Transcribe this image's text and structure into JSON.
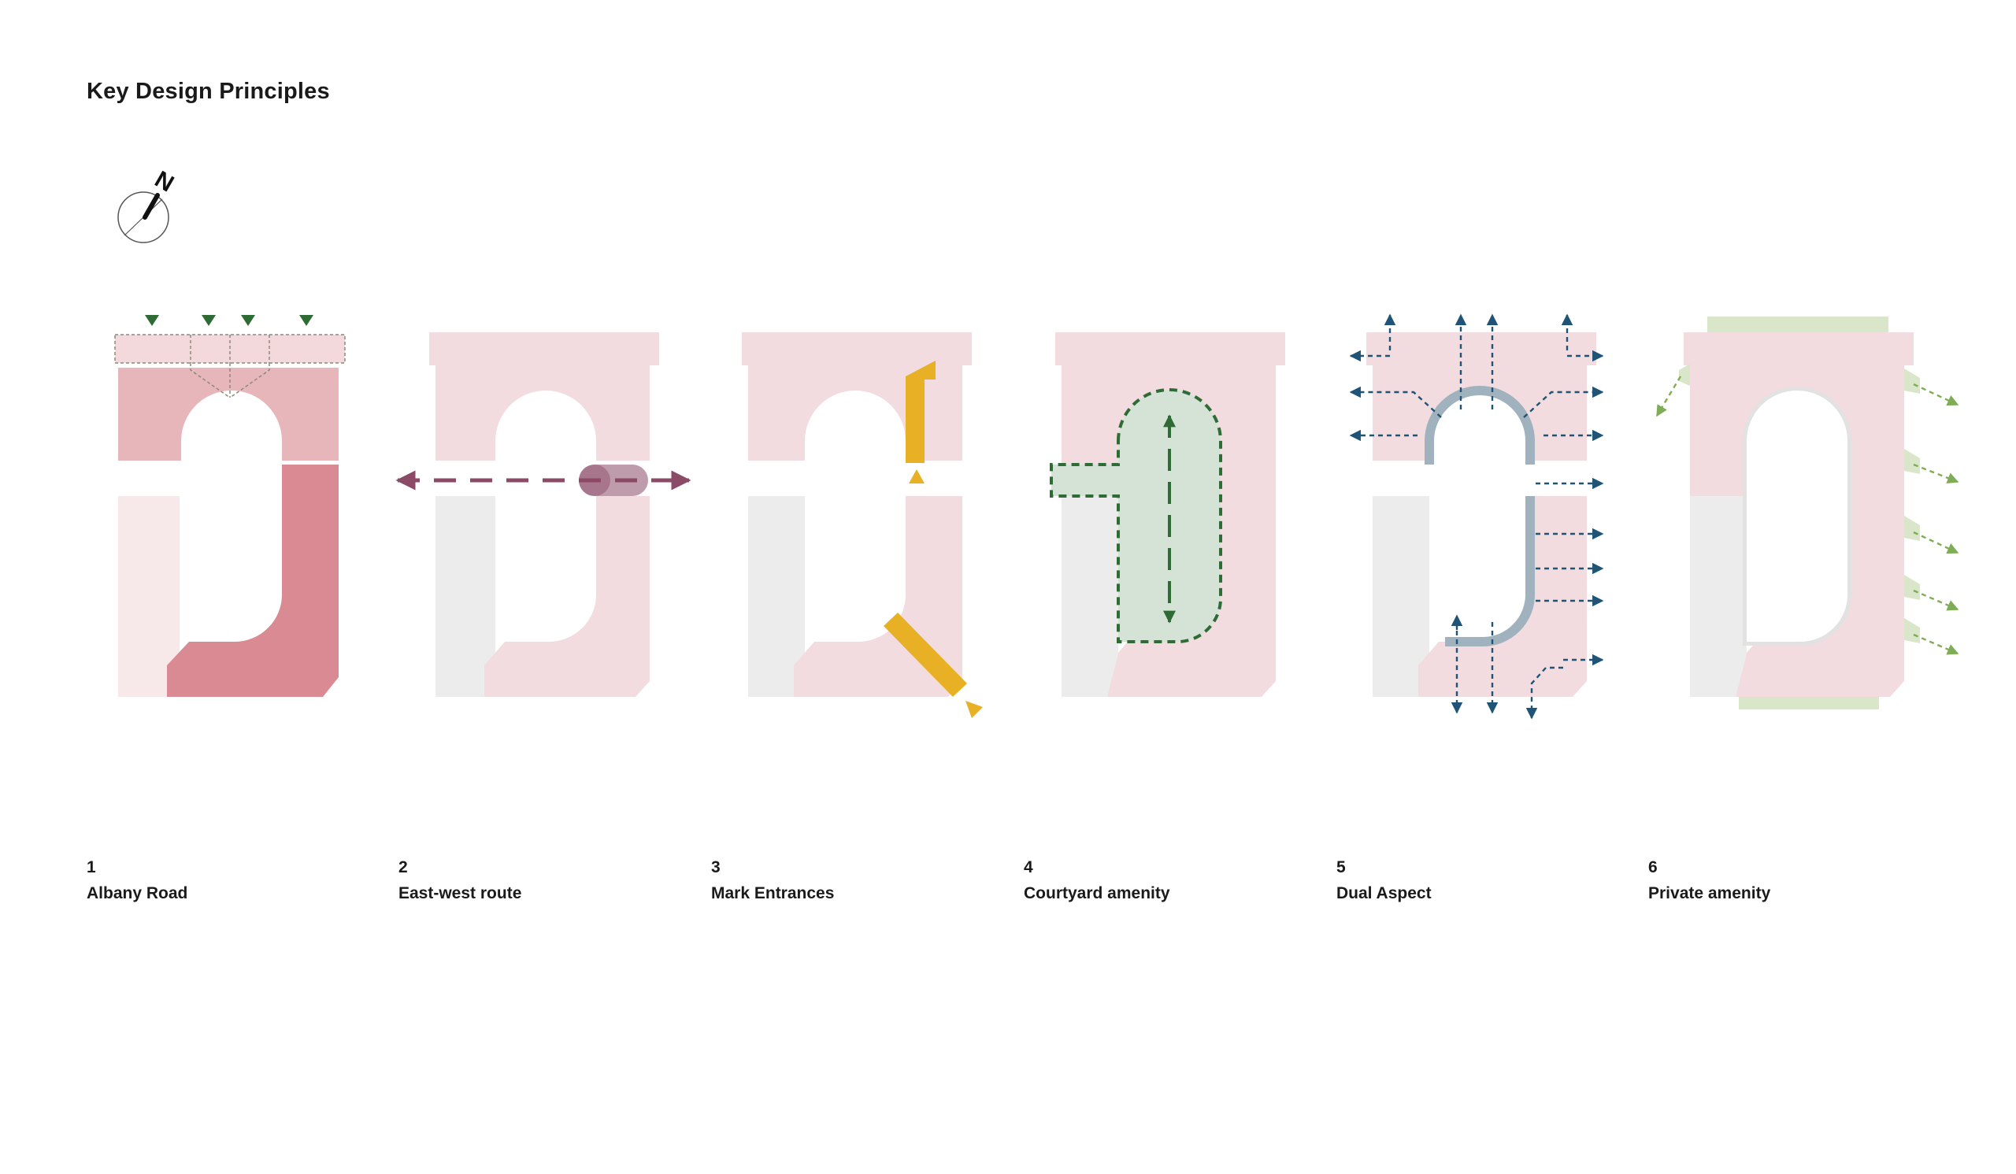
{
  "title": "Key Design Principles",
  "compass": {
    "letter": "N",
    "icon": "north-arrow-icon"
  },
  "principles": [
    {
      "number": "1",
      "label": "Albany Road"
    },
    {
      "number": "2",
      "label": "East-west route"
    },
    {
      "number": "3",
      "label": "Mark Entrances"
    },
    {
      "number": "4",
      "label": "Courtyard amenity"
    },
    {
      "number": "5",
      "label": "Dual Aspect"
    },
    {
      "number": "6",
      "label": "Private amenity"
    }
  ],
  "colors": {
    "block_pink": "#f2dcdf",
    "block_grey": "#ececec",
    "albany_dark": "#d98a92",
    "albany_mid": "#e7b6bb",
    "route": "#8b4a66",
    "entrance": "#e8b024",
    "courtyard": "#d5e3d7",
    "courtyard_line": "#2e6b35",
    "aspect_arrow": "#1f5477",
    "aspect_core": "#9fb2bd",
    "private_green": "#d9e6c9",
    "private_arrow": "#7fad55"
  }
}
